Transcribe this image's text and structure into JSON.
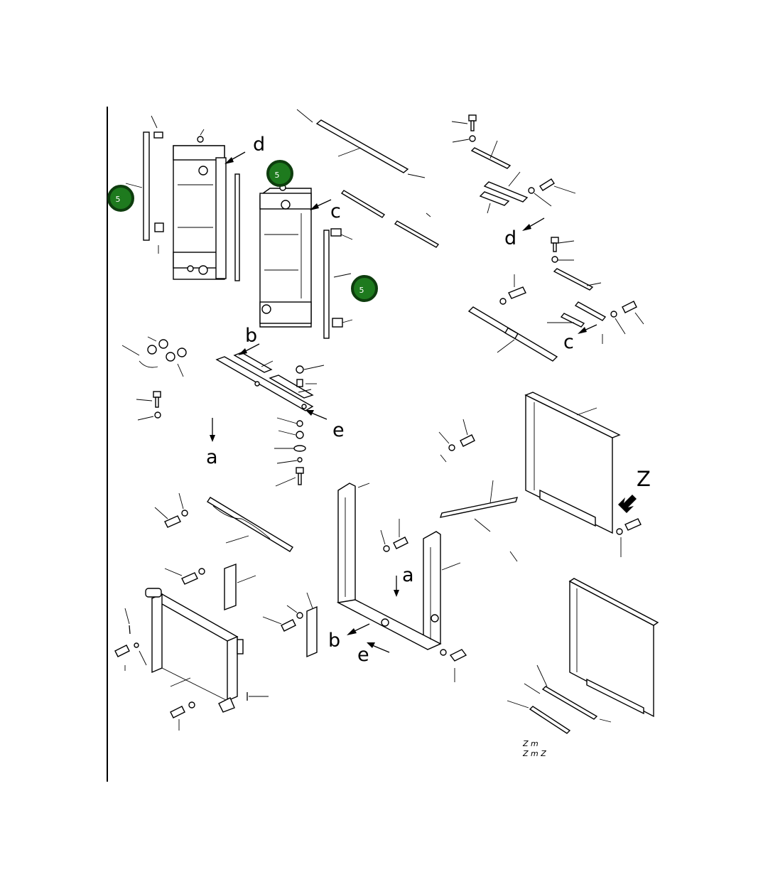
{
  "callouts": {
    "a1": "a",
    "a2": "a",
    "b1": "b",
    "b2": "b",
    "c1": "c",
    "c2": "c",
    "d1": "d",
    "d2": "d",
    "e1": "e",
    "e2": "e",
    "z": "Z",
    "view_caption_1": "Z  m",
    "view_caption_2": "Z  m  Z"
  },
  "badges": {
    "badge1": "5",
    "badge2": "5",
    "badge3": "5"
  },
  "colors": {
    "badge_fill": "#1e7a1e",
    "badge_stroke": "#0e3d0e",
    "line": "#000000",
    "background": "#ffffff"
  }
}
